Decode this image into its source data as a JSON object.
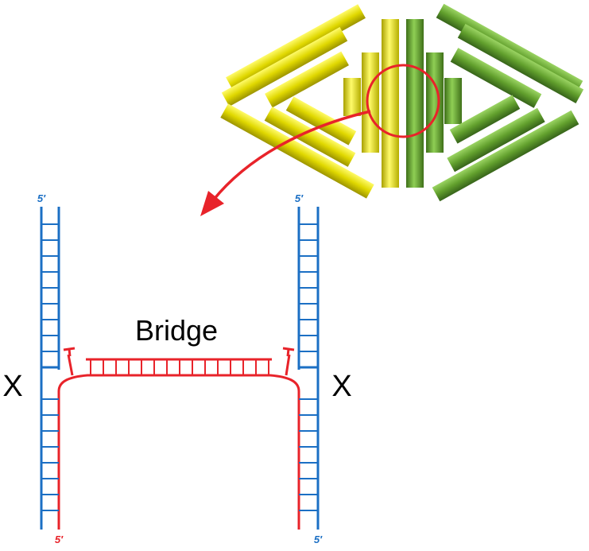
{
  "labels": {
    "bridge": "Bridge",
    "x_left": "X",
    "x_right": "X",
    "five_prime_top_left": "5′",
    "five_prime_top_right": "5′",
    "five_prime_bottom_left": "5′",
    "five_prime_bottom_right": "5′"
  },
  "colors": {
    "strand_blue": "#1b6fc4",
    "strand_red": "#e8232a",
    "yellow_rod": "#d9d000",
    "green_rod": "#5f9a2a",
    "callout": "#e8232a"
  },
  "icons": {
    "origami": "dna-origami-rods-icon",
    "callout_circle": "highlight-circle-icon",
    "arrow": "curved-arrow-icon"
  }
}
